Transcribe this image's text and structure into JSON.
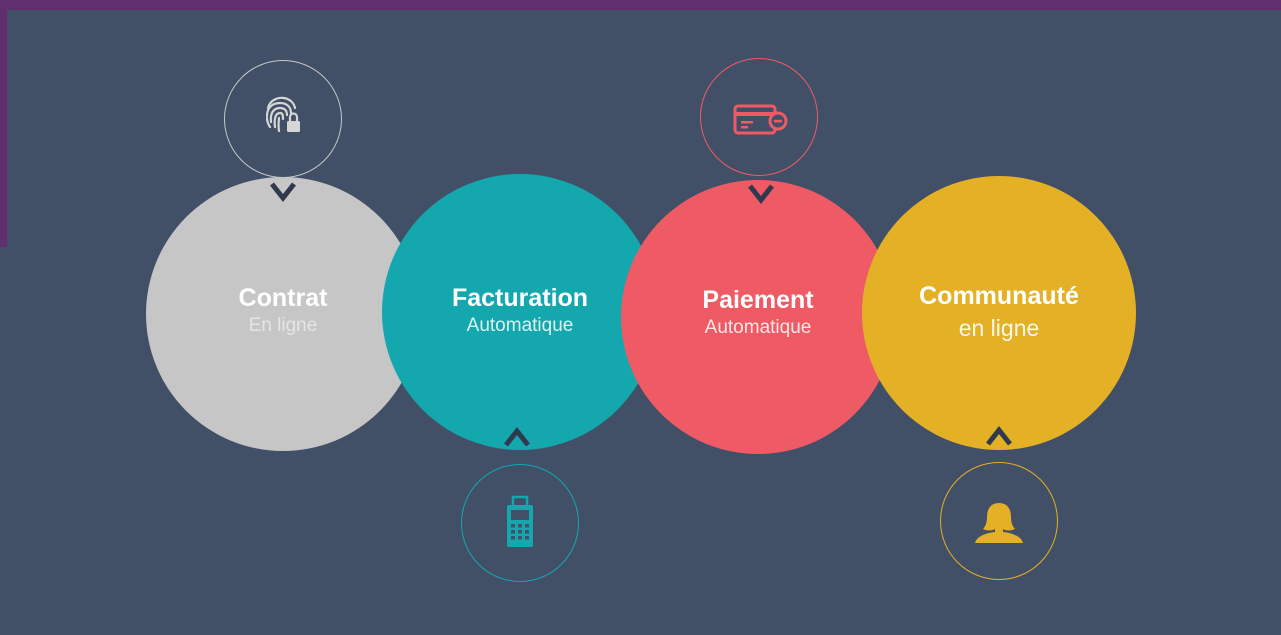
{
  "steps": [
    {
      "title": "Contrat",
      "subtitle": "En ligne",
      "color": "#c6c6c6",
      "icon": "fingerprint-lock-icon",
      "icon_color": "#d6d6d6"
    },
    {
      "title": "Facturation",
      "subtitle": "Automatique",
      "color": "#14a8ae",
      "icon": "payment-terminal-icon",
      "icon_color": "#14a8ae"
    },
    {
      "title": "Paiement",
      "subtitle": "Automatique",
      "color": "#ef5b64",
      "icon": "credit-card-icon",
      "icon_color": "#ef5b64"
    },
    {
      "title": "Communauté",
      "subtitle": "en ligne",
      "color": "#e3b026",
      "icon": "user-icon",
      "icon_color": "#e3b026"
    }
  ],
  "colors": {
    "background": "#414f67",
    "frame": "#612f6d",
    "arrow": "#2f3a4e"
  }
}
